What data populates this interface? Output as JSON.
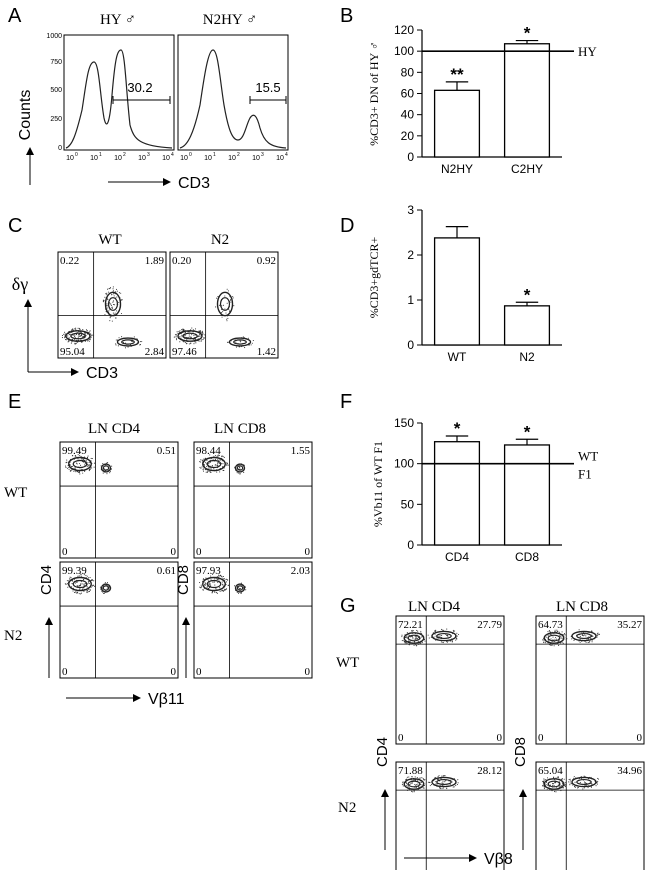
{
  "figure": {
    "panel_labels": [
      "A",
      "B",
      "C",
      "D",
      "E",
      "F",
      "G"
    ],
    "panelA": {
      "titles": [
        "HY ♂",
        "N2HY ♂"
      ],
      "gates": [
        "30.2",
        "15.5"
      ],
      "ylabel": "Counts",
      "xlabel": "CD3",
      "x_ticks": [
        "10",
        "10",
        "10",
        "10",
        "10"
      ],
      "x_tick_exps": [
        "0",
        "1",
        "2",
        "3",
        "4"
      ],
      "y_ticks": [
        "0",
        "250",
        "500",
        "750",
        "1000"
      ]
    },
    "panelC": {
      "titles": [
        "WT",
        "N2"
      ],
      "quad_values": [
        {
          "ul": "0.22",
          "ur": "1.89",
          "ll": "95.04",
          "lr": "2.84"
        },
        {
          "ul": "0.20",
          "ur": "0.92",
          "ll": "97.46",
          "lr": "1.42"
        }
      ],
      "ylabel": "δγ",
      "xlabel": "CD3"
    },
    "panelE": {
      "titles": [
        "LN CD4",
        "LN CD8"
      ],
      "row_labels": [
        "WT",
        "N2"
      ],
      "ylabels": [
        "CD4",
        "CD8"
      ],
      "xlabel": "Vβ11",
      "quad_values": [
        {
          "ul": "99.49",
          "ur": "0.51",
          "ll": "0",
          "lr": "0"
        },
        {
          "ul": "98.44",
          "ur": "1.55",
          "ll": "0",
          "lr": "0"
        },
        {
          "ul": "99.39",
          "ur": "0.61",
          "ll": "0",
          "lr": "0"
        },
        {
          "ul": "97.93",
          "ur": "2.03",
          "ll": "0",
          "lr": "0"
        }
      ]
    },
    "panelG": {
      "titles": [
        "LN CD4",
        "LN CD8"
      ],
      "row_labels": [
        "WT",
        "N2"
      ],
      "ylabels": [
        "CD4",
        "CD8"
      ],
      "xlabel": "Vβ8",
      "quad_values": [
        {
          "ul": "72.21",
          "ur": "27.79",
          "ll": "0",
          "lr": "0"
        },
        {
          "ul": "64.73",
          "ur": "35.27",
          "ll": "0",
          "lr": "0"
        },
        {
          "ul": "71.88",
          "ur": "28.12",
          "ll": "0",
          "lr": "0"
        },
        {
          "ul": "65.04",
          "ur": "34.96",
          "ll": "0",
          "lr": "0"
        }
      ]
    }
  },
  "chart_data": [
    {
      "id": "B",
      "type": "bar",
      "categories": [
        "N2HY",
        "C2HY"
      ],
      "values": [
        63,
        107
      ],
      "errors": [
        8,
        3
      ],
      "significance": [
        "**",
        "*"
      ],
      "ylabel": "%CD3+ DN of HY ♂",
      "ylim": [
        0,
        120
      ],
      "yticks": [
        0,
        20,
        40,
        60,
        80,
        100,
        120
      ],
      "reference_line": {
        "value": 100,
        "label": "HY"
      }
    },
    {
      "id": "D",
      "type": "bar",
      "categories": [
        "WT",
        "N2"
      ],
      "values": [
        2.38,
        0.87
      ],
      "errors": [
        0.25,
        0.08
      ],
      "significance": [
        "",
        "*"
      ],
      "ylabel": "%CD3+gdTCR+",
      "ylim": [
        0,
        3
      ],
      "yticks": [
        0,
        1,
        2,
        3
      ]
    },
    {
      "id": "F",
      "type": "bar",
      "categories": [
        "CD4",
        "CD8"
      ],
      "values": [
        127,
        123
      ],
      "errors": [
        7,
        7
      ],
      "significance": [
        "*",
        "*"
      ],
      "ylabel": "%Vb11 of WT F1",
      "ylim": [
        0,
        150
      ],
      "yticks": [
        0,
        50,
        100,
        150
      ],
      "reference_line": {
        "value": 100,
        "label": "WT\nF1"
      }
    }
  ]
}
